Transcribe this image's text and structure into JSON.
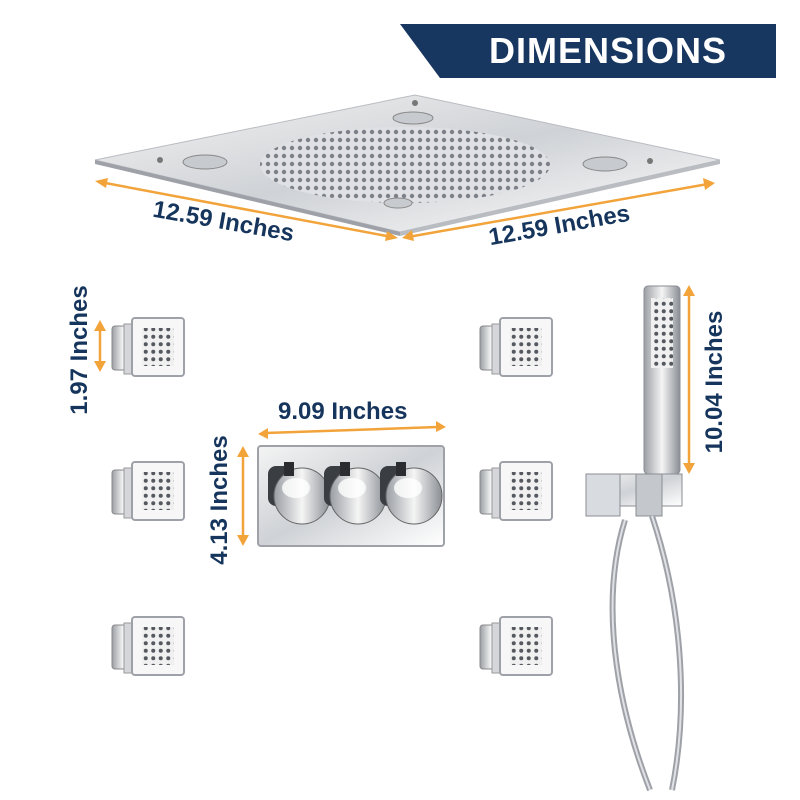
{
  "banner": {
    "title": "DIMENSIONS"
  },
  "dimensions": {
    "rain_width": "12.59 Inches",
    "rain_depth": "12.59 Inches",
    "body_jet": "1.97 Inches",
    "panel_width": "9.09 Inches",
    "panel_height": "4.13 Inches",
    "handheld": "10.04 Inches"
  },
  "colors": {
    "banner": "#173660",
    "arrow": "#f2a33a",
    "text": "#16355c"
  }
}
